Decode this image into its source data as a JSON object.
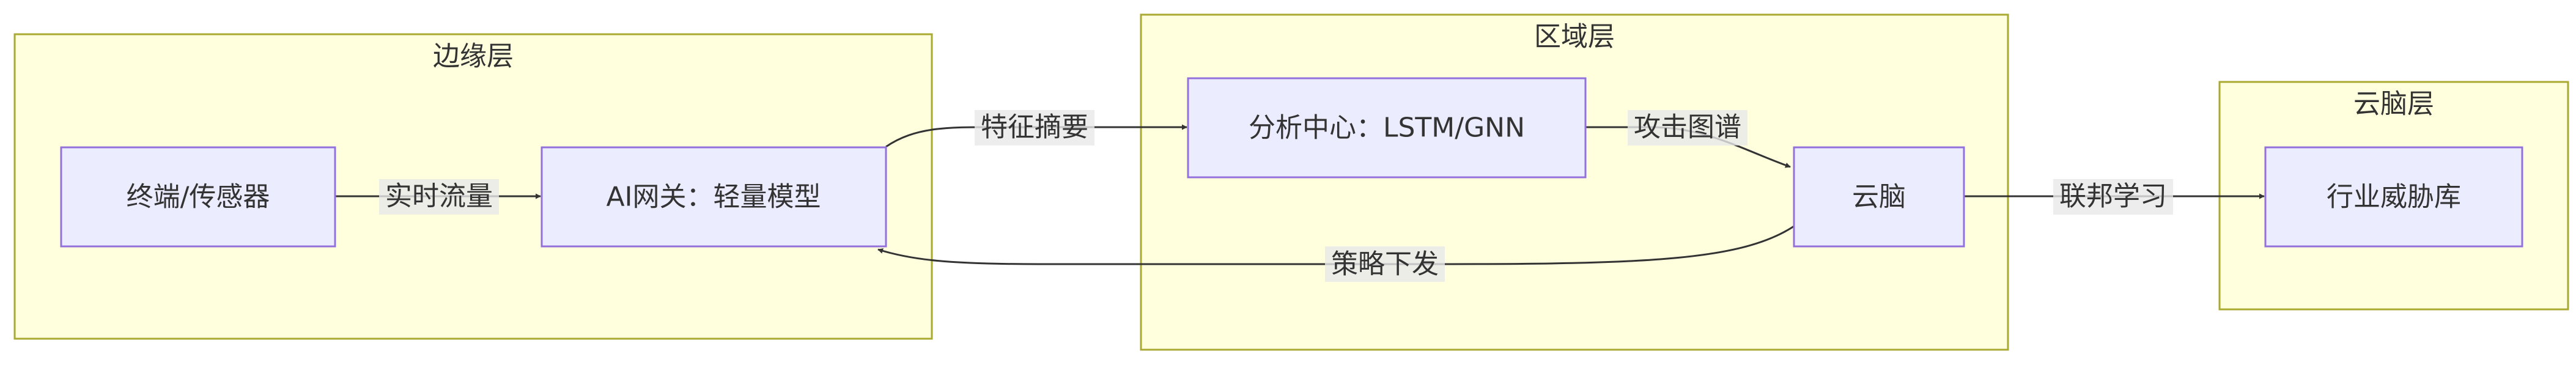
{
  "colors": {
    "cluster_fill": "#ffffde",
    "cluster_stroke": "#aaaa33",
    "node_fill": "#ececff",
    "node_stroke": "#9370db",
    "edge": "#333333",
    "text": "#333333",
    "edge_label_bg": "#e8e8e8"
  },
  "clusters": {
    "edge_layer": "边缘层",
    "regional_layer": "区域层",
    "cloud_layer": "云脑层"
  },
  "nodes": {
    "terminal": "终端/传感器",
    "ai_gateway": "AI网关：轻量模型",
    "analysis_center": "分析中心：LSTM/GNN",
    "cloud_brain": "云脑",
    "threat_library": "行业威胁库"
  },
  "edges": {
    "terminal_to_gateway": "实时流量",
    "gateway_to_analysis": "特征摘要",
    "analysis_to_cloud": "攻击图谱",
    "cloud_to_gateway": "策略下发",
    "cloud_to_library": "联邦学习"
  }
}
